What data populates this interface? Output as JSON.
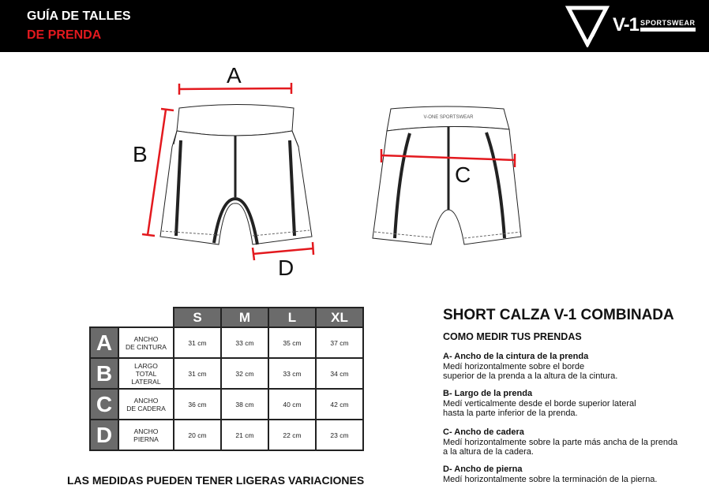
{
  "header": {
    "title_line1": "GUÍA DE TALLES",
    "title_line2": "DE PRENDA",
    "brand": "V-1",
    "brand_sub": "SPORTSWEAR"
  },
  "diagram": {
    "labels": {
      "a": "A",
      "b": "B",
      "c": "C",
      "d": "D"
    },
    "back_band_text": "V-ONE SPORTSWEAR",
    "measure_color": "#e3191e"
  },
  "table": {
    "sizes": [
      "S",
      "M",
      "L",
      "XL"
    ],
    "rows": [
      {
        "letter": "A",
        "label": [
          "ANCHO",
          "DE CINTURA"
        ],
        "values": [
          "31 cm",
          "33 cm",
          "35 cm",
          "37 cm"
        ]
      },
      {
        "letter": "B",
        "label": [
          "LARGO",
          "TOTAL",
          "LATERAL"
        ],
        "values": [
          "31 cm",
          "32 cm",
          "33 cm",
          "34 cm"
        ]
      },
      {
        "letter": "C",
        "label": [
          "ANCHO",
          "DE CADERA"
        ],
        "values": [
          "36 cm",
          "38 cm",
          "40 cm",
          "42 cm"
        ]
      },
      {
        "letter": "D",
        "label": [
          "ANCHO",
          "PIERNA"
        ],
        "values": [
          "20 cm",
          "21 cm",
          "22 cm",
          "23 cm"
        ]
      }
    ]
  },
  "note": "LAS MEDIDAS PUEDEN TENER LIGERAS VARIACIONES",
  "product": {
    "title": "SHORT CALZA V-1 COMBINADA",
    "subtitle": "COMO MEDIR TUS PRENDAS",
    "instructions": [
      {
        "title": "A- Ancho de la cintura de la prenda",
        "lines": [
          "Medí horizontalmente sobre el borde",
          "superior de la prenda a la altura de la cintura."
        ]
      },
      {
        "title": "B- Largo de la prenda",
        "lines": [
          "Medí verticalmente desde el borde superior lateral",
          "hasta la parte inferior de la prenda."
        ]
      },
      {
        "title": "C- Ancho de cadera",
        "lines": [
          "Medí horizontalmente sobre la parte más ancha de la prenda",
          "a la altura de la cadera."
        ]
      },
      {
        "title": "D- Ancho de pierna",
        "lines": [
          "Medí horizontalmente sobre la terminación de la pierna."
        ]
      }
    ]
  }
}
